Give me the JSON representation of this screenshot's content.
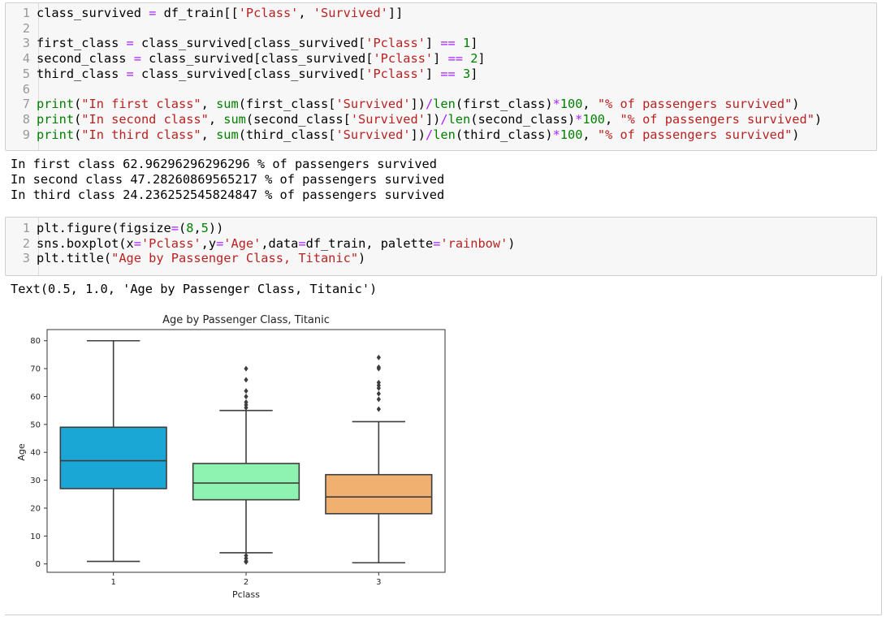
{
  "cell1": {
    "line_numbers": [
      "1",
      "2",
      "3",
      "4",
      "5",
      "6",
      "7",
      "8",
      "9"
    ],
    "lines": [
      [
        [
          "t",
          "class_survived "
        ],
        [
          "op",
          "="
        ],
        [
          "t",
          " df_train[["
        ],
        [
          "str",
          "'Pclass'"
        ],
        [
          "t",
          ", "
        ],
        [
          "str",
          "'Survived'"
        ],
        [
          "t",
          "]]"
        ]
      ],
      [],
      [
        [
          "t",
          "first_class "
        ],
        [
          "op",
          "="
        ],
        [
          "t",
          " class_survived[class_survived["
        ],
        [
          "str",
          "'Pclass'"
        ],
        [
          "t",
          "] "
        ],
        [
          "op",
          "=="
        ],
        [
          "t",
          " "
        ],
        [
          "num",
          "1"
        ],
        [
          "t",
          "]"
        ]
      ],
      [
        [
          "t",
          "second_class "
        ],
        [
          "op",
          "="
        ],
        [
          "t",
          " class_survived[class_survived["
        ],
        [
          "str",
          "'Pclass'"
        ],
        [
          "t",
          "] "
        ],
        [
          "op",
          "=="
        ],
        [
          "t",
          " "
        ],
        [
          "num",
          "2"
        ],
        [
          "t",
          "]"
        ]
      ],
      [
        [
          "t",
          "third_class "
        ],
        [
          "op",
          "="
        ],
        [
          "t",
          " class_survived[class_survived["
        ],
        [
          "str",
          "'Pclass'"
        ],
        [
          "t",
          "] "
        ],
        [
          "op",
          "=="
        ],
        [
          "t",
          " "
        ],
        [
          "num",
          "3"
        ],
        [
          "t",
          "]"
        ]
      ],
      [],
      [
        [
          "bi",
          "print"
        ],
        [
          "t",
          "("
        ],
        [
          "str",
          "\"In first class\""
        ],
        [
          "t",
          ", "
        ],
        [
          "bi",
          "sum"
        ],
        [
          "t",
          "(first_class["
        ],
        [
          "str",
          "'Survived'"
        ],
        [
          "t",
          "])"
        ],
        [
          "op",
          "/"
        ],
        [
          "bi",
          "len"
        ],
        [
          "t",
          "(first_class)"
        ],
        [
          "op",
          "*"
        ],
        [
          "num",
          "100"
        ],
        [
          "t",
          ", "
        ],
        [
          "str",
          "\"% of passengers survived\""
        ],
        [
          "t",
          ")"
        ]
      ],
      [
        [
          "bi",
          "print"
        ],
        [
          "t",
          "("
        ],
        [
          "str",
          "\"In second class\""
        ],
        [
          "t",
          ", "
        ],
        [
          "bi",
          "sum"
        ],
        [
          "t",
          "(second_class["
        ],
        [
          "str",
          "'Survived'"
        ],
        [
          "t",
          "])"
        ],
        [
          "op",
          "/"
        ],
        [
          "bi",
          "len"
        ],
        [
          "t",
          "(second_class)"
        ],
        [
          "op",
          "*"
        ],
        [
          "num",
          "100"
        ],
        [
          "t",
          ", "
        ],
        [
          "str",
          "\"% of passengers survived\""
        ],
        [
          "t",
          ")"
        ]
      ],
      [
        [
          "bi",
          "print"
        ],
        [
          "t",
          "("
        ],
        [
          "str",
          "\"In third class\""
        ],
        [
          "t",
          ", "
        ],
        [
          "bi",
          "sum"
        ],
        [
          "t",
          "(third_class["
        ],
        [
          "str",
          "'Survived'"
        ],
        [
          "t",
          "])"
        ],
        [
          "op",
          "/"
        ],
        [
          "bi",
          "len"
        ],
        [
          "t",
          "(third_class)"
        ],
        [
          "op",
          "*"
        ],
        [
          "num",
          "100"
        ],
        [
          "t",
          ", "
        ],
        [
          "str",
          "\"% of passengers survived\""
        ],
        [
          "t",
          ")"
        ]
      ]
    ]
  },
  "output1": {
    "lines": [
      "In first class 62.96296296296296 % of passengers survived",
      "In second class 47.28260869565217 % of passengers survived",
      "In third class 24.236252545824847 % of passengers survived"
    ]
  },
  "cell2": {
    "line_numbers": [
      "1",
      "2",
      "3"
    ],
    "lines": [
      [
        [
          "t",
          "plt.figure(figsize"
        ],
        [
          "op",
          "="
        ],
        [
          "t",
          "("
        ],
        [
          "num",
          "8"
        ],
        [
          "t",
          ","
        ],
        [
          "num",
          "5"
        ],
        [
          "t",
          "))"
        ]
      ],
      [
        [
          "t",
          "sns.boxplot(x"
        ],
        [
          "op",
          "="
        ],
        [
          "str",
          "'Pclass'"
        ],
        [
          "t",
          ",y"
        ],
        [
          "op",
          "="
        ],
        [
          "str",
          "'Age'"
        ],
        [
          "t",
          ",data"
        ],
        [
          "op",
          "="
        ],
        [
          "t",
          "df_train, palette"
        ],
        [
          "op",
          "="
        ],
        [
          "str",
          "'rainbow'"
        ],
        [
          "t",
          ")"
        ]
      ],
      [
        [
          "t",
          "plt.title("
        ],
        [
          "str",
          "\"Age by Passenger Class, Titanic\""
        ],
        [
          "t",
          ")"
        ]
      ]
    ]
  },
  "output2": {
    "text_repr": "Text(0.5, 1.0, 'Age by Passenger Class, Titanic')"
  },
  "colors": {
    "string": "#ba2121",
    "operator": "#aa22ff",
    "number": "#008000",
    "builtin": "#008000"
  },
  "chart_data": {
    "type": "box",
    "title": "Age by Passenger Class, Titanic",
    "xlabel": "Pclass",
    "ylabel": "Age",
    "categories": [
      "1",
      "2",
      "3"
    ],
    "ylim": [
      -3,
      84
    ],
    "yticks": [
      0,
      10,
      20,
      30,
      40,
      50,
      60,
      70,
      80
    ],
    "grid": false,
    "boxes": [
      {
        "category": "1",
        "whisker_low": 0.92,
        "q1": 27,
        "median": 37,
        "q3": 49,
        "whisker_high": 80,
        "outliers": [],
        "color": "#1ba7d6"
      },
      {
        "category": "2",
        "whisker_low": 4,
        "q1": 23,
        "median": 29,
        "q3": 36,
        "whisker_high": 55,
        "outliers": [
          0.67,
          0.83,
          1,
          2,
          3,
          56,
          57,
          58,
          60,
          62,
          66,
          70
        ],
        "color": "#8ef2b0"
      },
      {
        "category": "3",
        "whisker_low": 0.42,
        "q1": 18,
        "median": 24,
        "q3": 32,
        "whisker_high": 51,
        "outliers": [
          55.5,
          59,
          61,
          63,
          64,
          65,
          70,
          70.5,
          74
        ],
        "color": "#f0b070"
      }
    ]
  }
}
